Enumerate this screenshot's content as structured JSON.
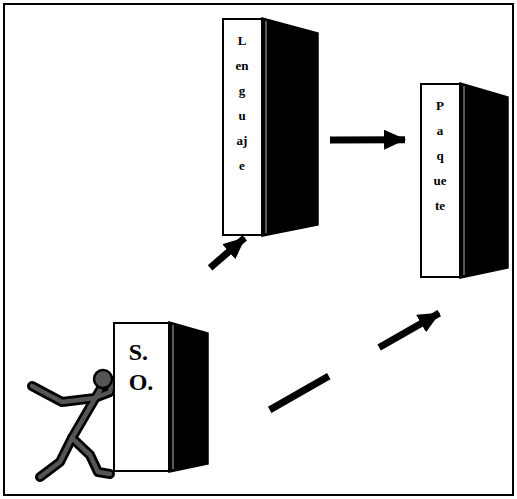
{
  "diagram": {
    "nodes": [
      {
        "text": [
          "S. O."
        ]
      },
      {
        "text": [
          "Lenguaje"
        ]
      },
      {
        "text": [
          "Paquete"
        ]
      }
    ],
    "edges": [
      {
        "from": 0,
        "to": 1,
        "arrow": "to"
      },
      {
        "from": 1,
        "to": 2,
        "arrow": "to"
      },
      {
        "from": 0,
        "to": 2,
        "arrow": "to"
      }
    ]
  }
}
